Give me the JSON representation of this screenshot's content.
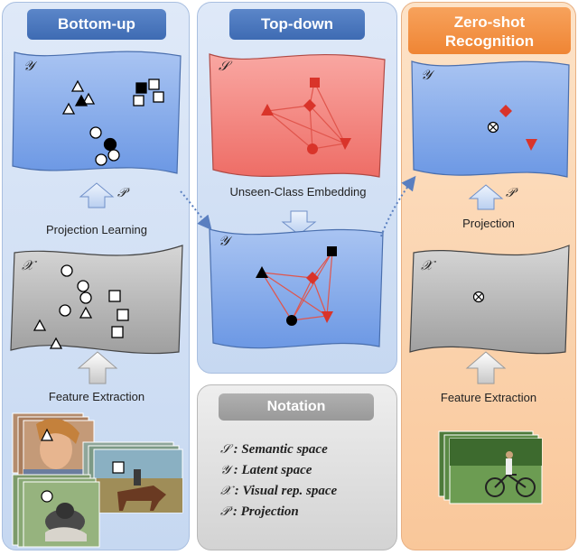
{
  "columns": {
    "bottom_up": {
      "title": "Bottom-up",
      "projection_label": "Projection Learning",
      "feature_label": "Feature Extraction",
      "latent_symbol": "𝒴",
      "visual_symbol": "𝒳",
      "projection_symbol": "𝒫"
    },
    "top_down": {
      "title": "Top-down",
      "embedding_label": "Unseen-Class Embedding",
      "semantic_symbol": "𝒮",
      "latent_symbol": "𝒴"
    },
    "zero_shot": {
      "title_line1": "Zero-shot",
      "title_line2": "Recognition",
      "projection_label": "Projection",
      "feature_label": "Feature Extraction",
      "latent_symbol": "𝒴",
      "visual_symbol": "𝒳",
      "projection_symbol": "𝒫"
    }
  },
  "notation": {
    "title": "Notation",
    "items": [
      {
        "symbol": "𝒮",
        "text": ": Semantic space"
      },
      {
        "symbol": "𝒴",
        "text": ": Latent space"
      },
      {
        "symbol": "𝒳",
        "text": ": Visual rep. space"
      },
      {
        "symbol": "𝒫",
        "text": ": Projection"
      }
    ]
  },
  "colors": {
    "blue_panel": "#c6d8f1",
    "orange_panel": "#f9c79a",
    "blue_header": "#3e6bb3",
    "orange_header": "#ef8534",
    "semantic_plane": "#f4847e",
    "latent_plane": "#7ea6ea",
    "visual_plane": "#b5b5b5",
    "red_marker": "#d9342a",
    "arrow_gray": "#d0d0d0"
  },
  "icons": [
    "up-arrow-icon",
    "down-arrow-icon",
    "dotted-arrow-icon",
    "triangle-marker",
    "circle-marker",
    "square-marker",
    "diamond-marker",
    "otimes-marker"
  ]
}
